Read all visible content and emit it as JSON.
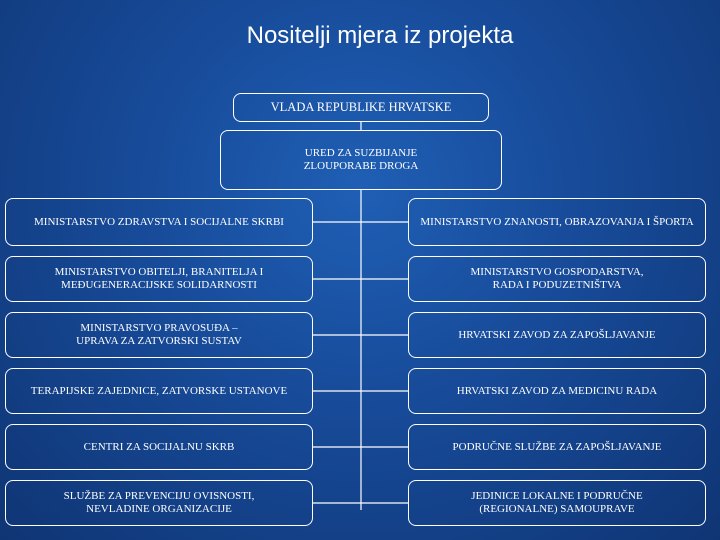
{
  "title": "Nositelji mjera iz projekta",
  "top": "VLADA REPUBLIKE HRVATSKE",
  "office": "URED ZA SUZBIJANJE\nZLOUPORABE DROGA",
  "left": [
    "MINISTARSTVO ZDRAVSTVA I SOCIJALNE SKRBI",
    "MINISTARSTVO OBITELJI, BRANITELJA I\nMEĐUGENERACIJSKE SOLIDARNOSTI",
    "MINISTARSTVO PRAVOSUĐA –\nUPRAVA ZA ZATVORSKI SUSTAV",
    "TERAPIJSKE ZAJEDNICE, ZATVORSKE USTANOVE",
    "CENTRI ZA SOCIJALNU SKRB",
    "SLUŽBE ZA PREVENCIJU OVISNOSTI,\nNEVLADINE ORGANIZACIJE"
  ],
  "right": [
    "MINISTARSTVO ZNANOSTI, OBRAZOVANJA I ŠPORTA",
    "MINISTARSTVO GOSPODARSTVA,\nRADA I PODUZETNIŠTVA",
    "HRVATSKI ZAVOD ZA ZAPOŠLJAVANJE",
    "HRVATSKI ZAVOD ZA MEDICINU RADA",
    "PODRUČNE SLUŽBE ZA ZAPOŠLJAVANJE",
    "JEDINICE LOKALNE I PODRUČNE\n(REGIONALNE) SAMOUPRAVE"
  ]
}
